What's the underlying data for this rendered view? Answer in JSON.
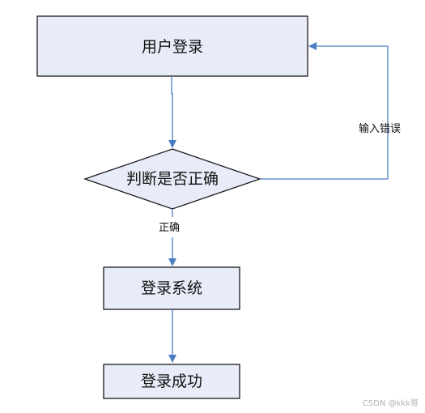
{
  "nodes": {
    "user_login": "用户登录",
    "check_correct": "判断是否正确",
    "login_system": "登录系统",
    "login_success": "登录成功"
  },
  "edges": {
    "correct": "正确",
    "input_error": "输入错误"
  },
  "watermark": "CSDN @kkk哥",
  "colors": {
    "node_fill": "#e8ecf8",
    "node_stroke": "#1a1a1a",
    "arrow": "#4a7ec2"
  }
}
